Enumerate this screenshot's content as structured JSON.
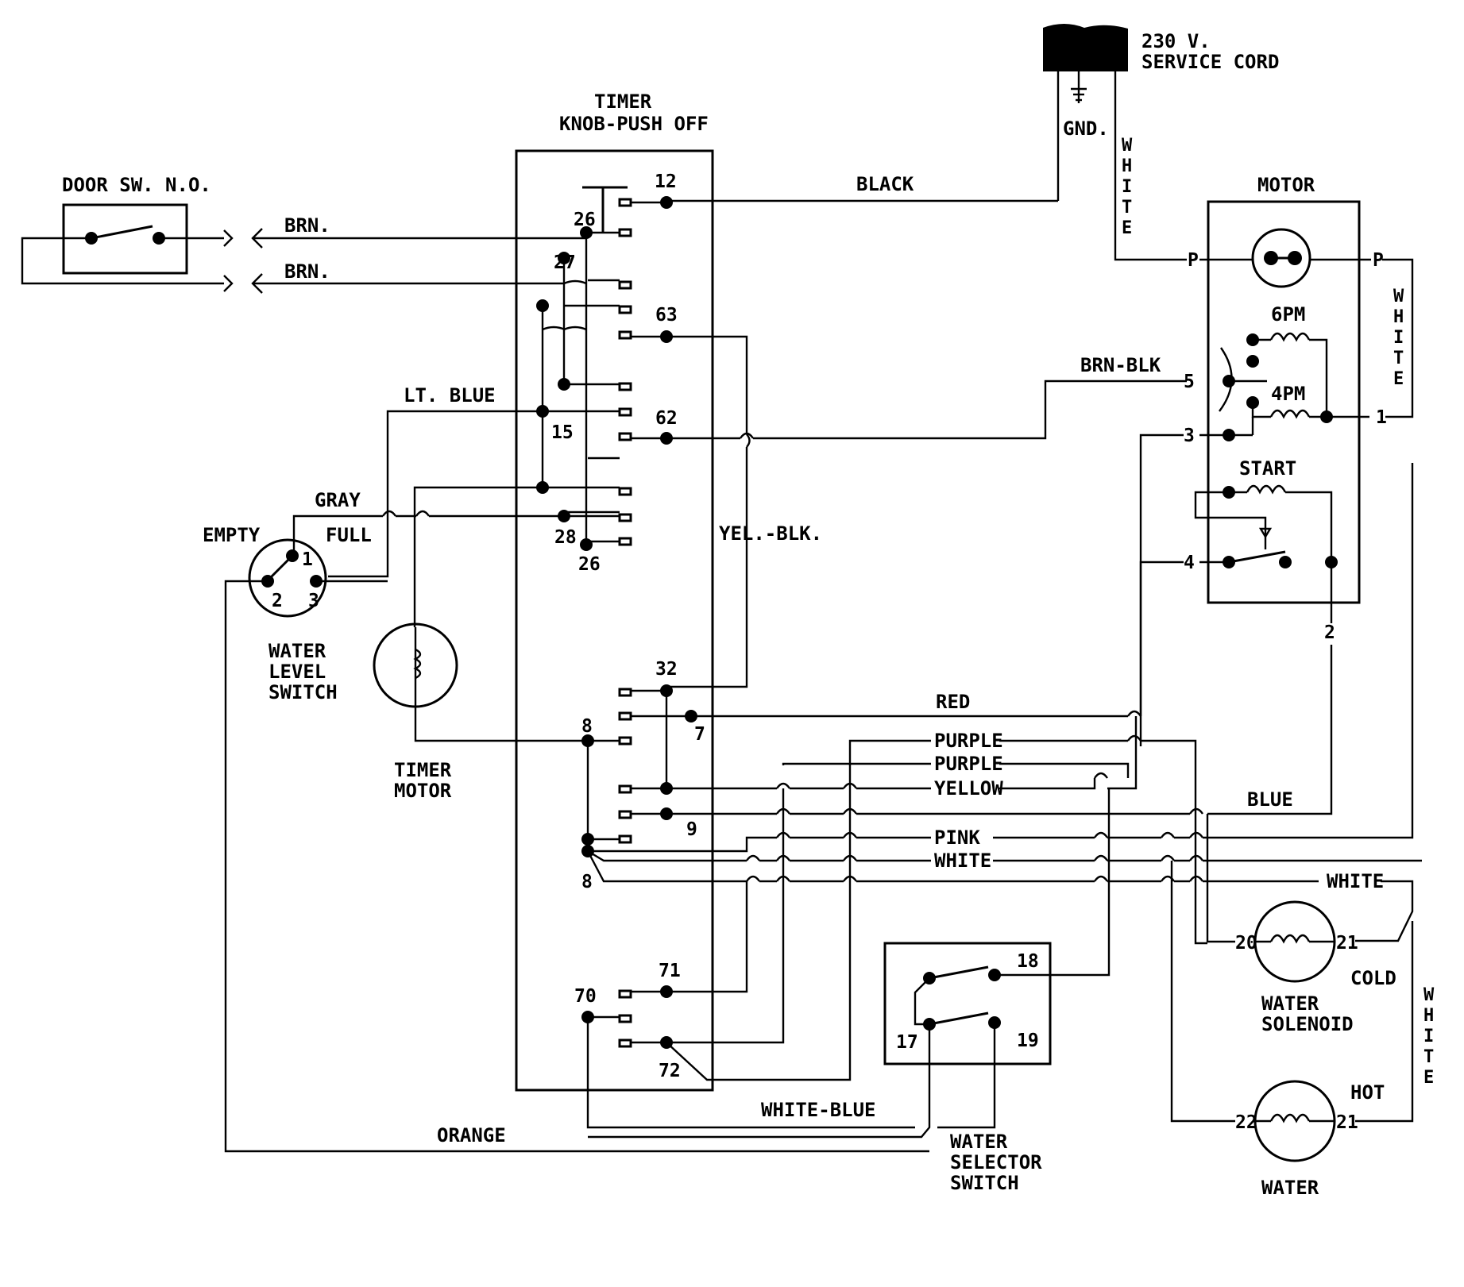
{
  "service_cord": {
    "title": "230 V.",
    "subtitle": "SERVICE CORD",
    "ground": "GND."
  },
  "timer": {
    "title": "TIMER",
    "subtitle": "KNOB-PUSH OFF"
  },
  "door_switch": {
    "label": "DOOR SW. N.O."
  },
  "motor": {
    "label": "MOTOR",
    "winding_6pm": "6PM",
    "winding_4pm": "4PM",
    "start": "START",
    "p_left": "P",
    "p_right": "P"
  },
  "water_level": {
    "line1": "WATER",
    "line2": "LEVEL",
    "line3": "SWITCH",
    "empty": "EMPTY",
    "full": "FULL"
  },
  "timer_motor": {
    "line1": "TIMER",
    "line2": "MOTOR"
  },
  "water_selector": {
    "line1": "WATER",
    "line2": "SELECTOR",
    "line3": "SWITCH"
  },
  "solenoid_cold": {
    "line1": "WATER",
    "line2": "SOLENOID",
    "tag": "COLD"
  },
  "solenoid_hot": {
    "line1": "WATER",
    "tag": "HOT"
  },
  "wires": {
    "black": "BLACK",
    "brn1": "BRN.",
    "brn2": "BRN.",
    "lt_blue": "LT. BLUE",
    "gray": "GRAY",
    "yel_blk": "YEL.-BLK.",
    "brn_blk": "BRN-BLK",
    "red": "RED",
    "purple1": "PURPLE",
    "purple2": "PURPLE",
    "yellow": "YELLOW",
    "blue": "BLUE",
    "pink": "PINK",
    "white_mid": "WHITE",
    "white_right": "WHITE",
    "white_blue": "WHITE-BLUE",
    "orange": "ORANGE",
    "white_vert_cord": "WHITE",
    "white_vert_motor": "WHITE",
    "white_vert_sol": "WHITE"
  },
  "terminals": {
    "t12": "12",
    "t26a": "26",
    "t27": "27",
    "t63": "63",
    "t62": "62",
    "t15": "15",
    "t28": "28",
    "t26b": "26",
    "t32": "32",
    "t7": "7",
    "t8a": "8",
    "t9": "9",
    "t8b": "8",
    "t71": "71",
    "t70": "70",
    "t72": "72",
    "m5": "5",
    "m3": "3",
    "m4": "4",
    "m1": "1",
    "m2": "2",
    "w1": "1",
    "w2": "2",
    "w3": "3",
    "s18": "18",
    "s17": "17",
    "s19": "19",
    "c20": "20",
    "c21": "21",
    "h22": "22",
    "h21": "21"
  }
}
